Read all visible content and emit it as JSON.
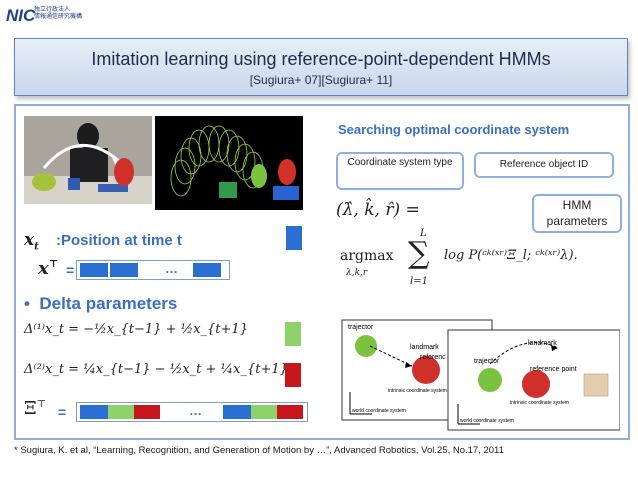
{
  "logo": {
    "brand": "NICT",
    "line1": "独立行政法人",
    "line2": "情報通信研究機構"
  },
  "title": {
    "main": "Imitation learning using reference-point-dependent HMMs",
    "sub": "[Sugiura+ 07][Sugiura+ 11]"
  },
  "left": {
    "position_label": ":Position at time t",
    "xt_symbol": "x",
    "xt_sub": "t",
    "transpose_symbol": "x",
    "equals": "=",
    "ellipsis": "…",
    "delta_bullet": "•",
    "delta_label": "Delta parameters",
    "delta1": "Δ⁽¹⁾x_t = −½x_{t−1} + ½x_{t+1}",
    "delta2": "Δ⁽²⁾x_t = ¼x_{t−1} − ½x_t + ¼x_{t+1}",
    "xi_symbol": "Ξ",
    "xi_equals": "=",
    "xi_ellipsis": "…"
  },
  "right": {
    "section_title": "Searching optimal coordinate system",
    "coord_box": "Coordinate system type",
    "ref_box": "Reference object ID",
    "hmm_box": "HMM parameters",
    "formula_top": "(λ̂, k̂, r̂) =",
    "formula_argmax": "argmax",
    "formula_under": "λ,k,r",
    "formula_sum_top": "L",
    "formula_sum_bottom": "l=1",
    "formula_body": "log P(ᶜᵏ⁽ˣʳ⁾Ξ_l; ᶜᵏ⁽ˣʳ⁾λ)."
  },
  "diagram": {
    "back_trajector": "trajector",
    "back_landmark": "landmark",
    "back_reference": "referenc",
    "back_intrinsic": "intrinsic coordinate system",
    "back_world": "world coordinate system",
    "front_trajector": "trajector",
    "front_landmark": "landmark",
    "front_reference": "reference point",
    "front_intrinsic": "intrinsic coordinate system",
    "front_world": "world coordinate system"
  },
  "reference": "* Sugiura, K. et al, “Learning, Recognition, and Generation of Motion by …”, Advanced Robotics, Vol.25, No.17, 2011",
  "colors": {
    "blue": "#2a6fd1",
    "green": "#8ed36a",
    "red": "#c8161d",
    "accent": "#3a6fc4"
  }
}
